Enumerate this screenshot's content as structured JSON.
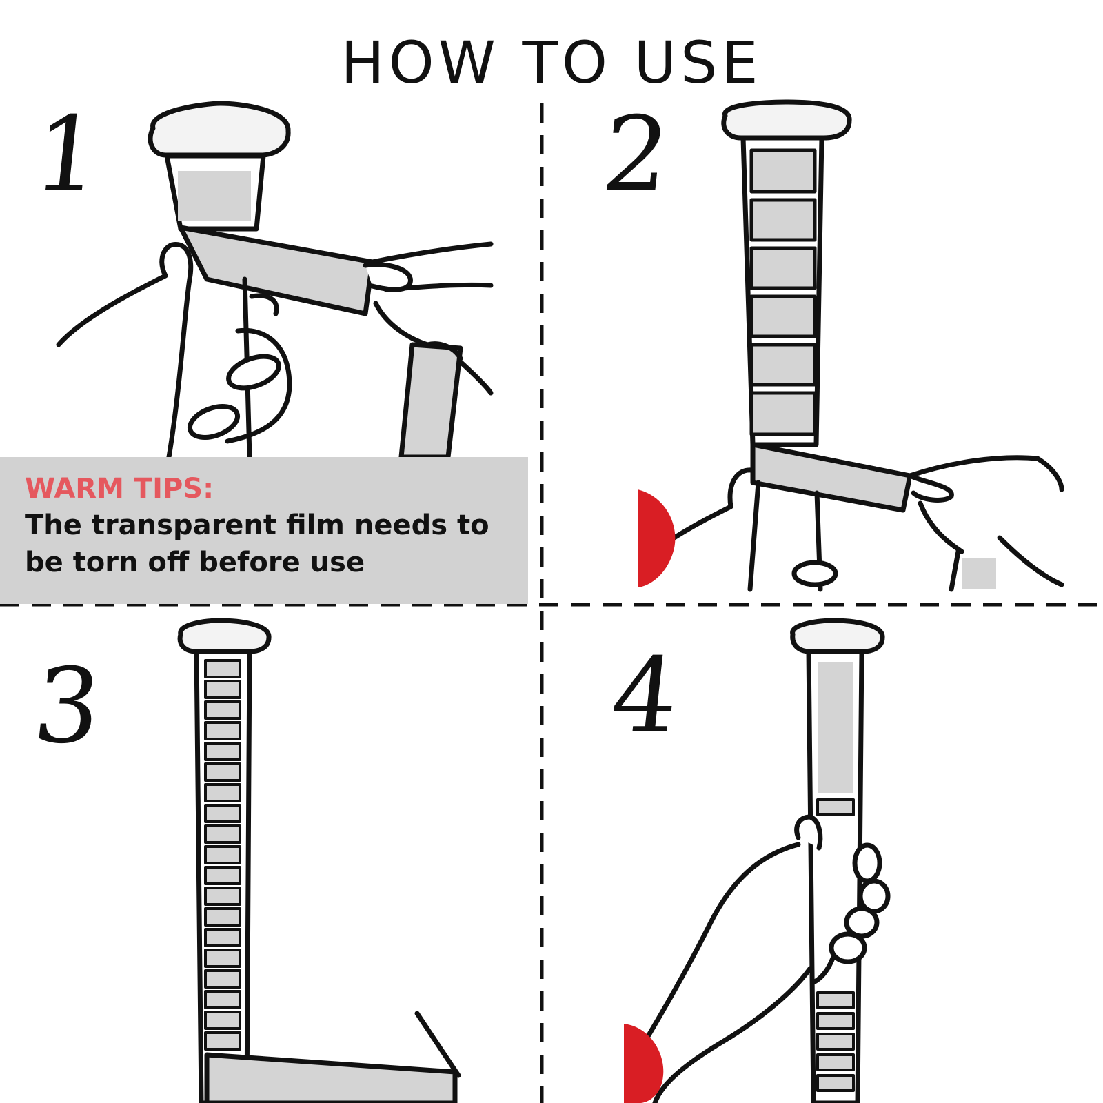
{
  "header": {
    "title": "HOW TO USE"
  },
  "steps": [
    {
      "number": "1"
    },
    {
      "number": "2"
    },
    {
      "number": "3"
    },
    {
      "number": "4"
    }
  ],
  "warm_tips": {
    "heading": "WARM TIPS:",
    "text": "The transparent film needs to be torn off before use"
  },
  "colors": {
    "tips_heading": "#e5585e",
    "tips_background": "#d2d2d2",
    "grip_fill": "#d4d4d4",
    "ball_red": "#d91e24",
    "ink": "#111111"
  },
  "icons": [
    "baseball-bat-illustration",
    "hand-illustration",
    "grip-tape-illustration",
    "baseball-illustration"
  ]
}
